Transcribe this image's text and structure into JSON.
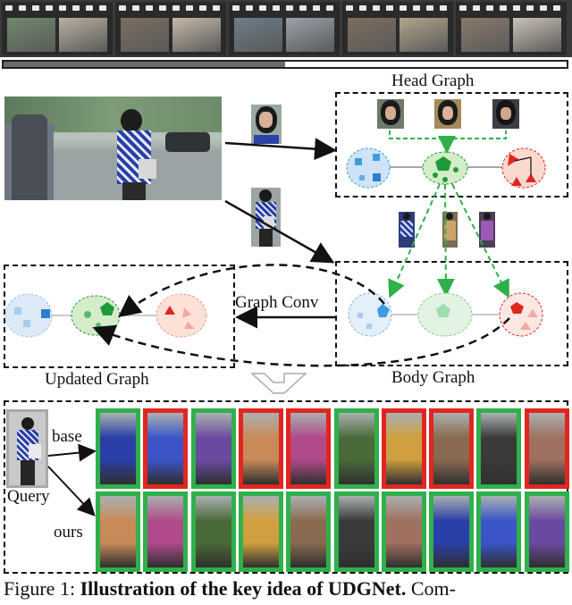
{
  "colors": {
    "match": "#2fb04a",
    "mismatch": "#e0261f",
    "blue_node": "#3d9be0",
    "green_node": "#1f9a3a",
    "red_node": "#e0261f",
    "green_dash": "#2fb04a"
  },
  "labels": {
    "head_graph": "Head Graph",
    "graph_conv": "Graph Conv",
    "updated_graph": "Updated Graph",
    "body_graph": "Body Graph",
    "query": "Query",
    "base": "base",
    "ours": "ours"
  },
  "video_progress": 0.5,
  "results": {
    "base": [
      "match",
      "mismatch",
      "match",
      "mismatch",
      "mismatch",
      "match",
      "mismatch",
      "mismatch",
      "match",
      "mismatch"
    ],
    "ours": [
      "match",
      "match",
      "match",
      "match",
      "match",
      "match",
      "match",
      "match",
      "match",
      "match"
    ]
  },
  "caption": {
    "prefix": "Figure 1: ",
    "bold": "Illustration of the key idea of UDGNet.",
    "suffix": " Com-"
  }
}
